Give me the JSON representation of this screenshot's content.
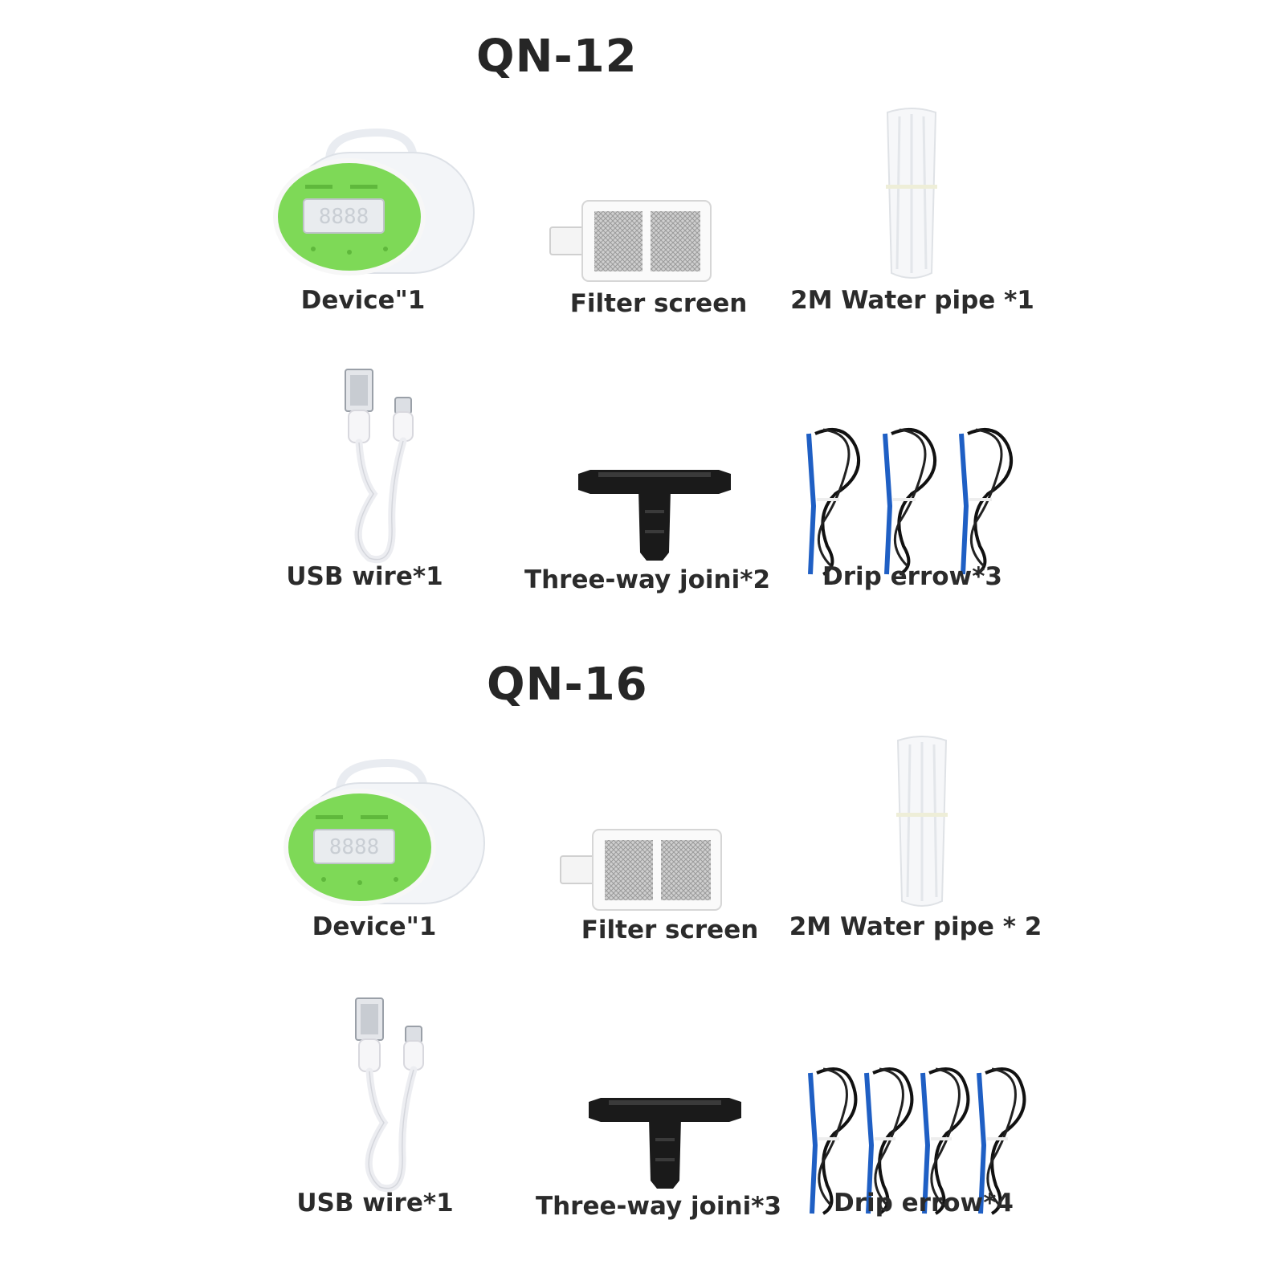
{
  "sections": [
    {
      "title": "QN-12",
      "items": [
        {
          "label": "Device\"1",
          "icon": "device-icon"
        },
        {
          "label": "Filter screen",
          "icon": "filter-icon"
        },
        {
          "label": "2M Water pipe *1",
          "icon": "pipe-icon"
        },
        {
          "label": "USB wire*1",
          "icon": "usb-cable-icon"
        },
        {
          "label": "Three-way joini*2",
          "icon": "tee-joint-icon"
        },
        {
          "label": "Drip errow*3",
          "icon": "drip-arrow-icon",
          "count": 3
        }
      ]
    },
    {
      "title": "QN-16",
      "items": [
        {
          "label": "Device\"1",
          "icon": "device-icon"
        },
        {
          "label": "Filter screen",
          "icon": "filter-icon"
        },
        {
          "label": "2M Water pipe * 2",
          "icon": "pipe-icon"
        },
        {
          "label": "USB wire*1",
          "icon": "usb-cable-icon"
        },
        {
          "label": "Three-way joini*3",
          "icon": "tee-joint-icon"
        },
        {
          "label": "Drip errow*4",
          "icon": "drip-arrow-icon",
          "count": 4
        }
      ]
    }
  ],
  "colors": {
    "device_face": "#7ed957",
    "device_body": "#f3f5f8",
    "tee_joint": "#1a1a1a",
    "drip_stake": "#1f5fc4"
  }
}
